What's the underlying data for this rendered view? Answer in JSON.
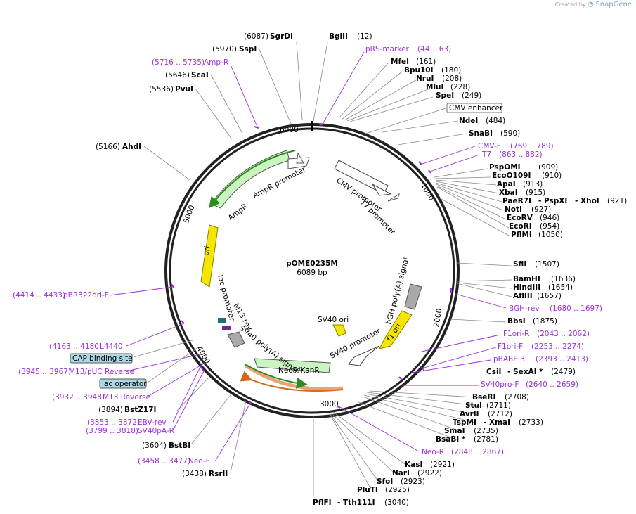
{
  "credit": {
    "prefix": "Created by",
    "brand": "SnapGene"
  },
  "plasmid": {
    "name": "pOME0235M",
    "size": "6089 bp"
  },
  "ticks": [
    "1000",
    "2000",
    "3000",
    "4000",
    "5000",
    "6000"
  ],
  "colors": {
    "enzyme": "#000000",
    "primer": "#9b30d9",
    "feature_green": "#c8f5c0",
    "ori": "#f5e600",
    "polyA": "#a9a9a9",
    "promoter": "#ffffff"
  },
  "features": {
    "cmv_enhancer": "CMV enhancer",
    "cmv_promoter": "CMV promoter",
    "t7_promoter": "T7 promoter",
    "bgh": "bGH poly(A) signal",
    "f1ori": "f1 ori",
    "sv40_promoter": "SV40 promoter",
    "sv40_ori": "SV40 ori",
    "neo": "NeoR/KanR",
    "sv40_polya": "SV40 poly(A) signal",
    "m13rev": "M13 rev",
    "lac_promoter": "lac promoter",
    "ori": "ori",
    "ampr": "AmpR",
    "ampr_promoter": "AmpR promoter",
    "cap": "CAP binding site",
    "lacop": "lac operator"
  },
  "labels": {
    "sgrdi_pos": "(6087)",
    "sgrdi": "SgrDI",
    "bglii": "BglII",
    "bglii_pos": "(12)",
    "prs_marker": "pRS-marker",
    "prs_marker_pos": "(44 .. 63)",
    "mfei": "MfeI",
    "mfei_pos": "(161)",
    "bpu10i": "Bpu10I",
    "bpu10i_pos": "(180)",
    "srui": "NruI",
    "srui_pos": "(208)",
    "mlui": "MluI",
    "mlui_pos": "(228)",
    "spei": "SpeI",
    "spei_pos": "(249)",
    "ndei": "NdeI",
    "ndei_pos": "(484)",
    "snabi": "SnaBI",
    "snabi_pos": "(590)",
    "cmvf": "CMV-F",
    "cmvf_pos": "(769 .. 789)",
    "t7": "T7",
    "t7_pos": "(863 .. 882)",
    "pspomi": "PspOMI",
    "pspomi_pos": "(909)",
    "eco0109i": "EcoO109I",
    "eco0109i_pos": "(910)",
    "apai": "ApaI",
    "apai_pos": "(913)",
    "xbai": "XbaI",
    "xbai_pos": "(915)",
    "paer7i": "PaeR7I",
    "pspxi": "- PspXI",
    "xhoi": "- XhoI",
    "xhoi_pos": "(921)",
    "noti": "NotI",
    "noti_pos": "(927)",
    "ecorv": "EcoRV",
    "ecorv_pos": "(946)",
    "ecori": "EcoRI",
    "ecori_pos": "(954)",
    "pflmi": "PflMI",
    "pflmi_pos": "(1050)",
    "sfii": "SfiI",
    "sfii_pos": "(1507)",
    "bamhi": "BamHI",
    "bamhi_pos": "(1636)",
    "hindiii": "HindIII",
    "hindiii_pos": "(1654)",
    "afliii": "AflIII",
    "afliii_pos": "(1657)",
    "bghrev": "BGH-rev",
    "bghrev_pos": "(1680 .. 1697)",
    "bbsi": "BbsI",
    "bbsi_pos": "(1875)",
    "f1orir": "F1ori-R",
    "f1orir_pos": "(2043 .. 2062)",
    "f1orif": "F1ori-F",
    "f1orif_pos": "(2253 .. 2274)",
    "pbabe3": "pBABE 3'",
    "pbabe3_pos": "(2393 .. 2413)",
    "csii": "CsiI",
    "sexai": "- SexAI *",
    "sexai_pos": "(2479)",
    "sv40prof": "SV40pro-F",
    "sv40prof_pos": "(2640 .. 2659)",
    "bseri": "BseRI",
    "bseri_pos": "(2708)",
    "stui": "StuI",
    "stui_pos": "(2711)",
    "avrii": "AvrII",
    "avrii_pos": "(2712)",
    "tspmi": "TspMI",
    "xmai": "- XmaI",
    "xmai_pos": "(2733)",
    "smai": "SmaI",
    "smai_pos": "(2735)",
    "bsabi": "BsaBI *",
    "bsabi_pos": "(2781)",
    "neor": "Neo-R",
    "neor_pos": "(2848 .. 2867)",
    "kasi": "KasI",
    "kasi_pos": "(2921)",
    "nari": "NarI",
    "nari_pos": "(2922)",
    "sfoi": "SfoI",
    "sfoi_pos": "(2923)",
    "pluti": "PluTI",
    "pluti_pos": "(2925)",
    "pflfi": "PflFI",
    "tth111i": "- Tth111I",
    "tth111i_pos": "(3040)",
    "rsrii_pos": "(3438)",
    "rsrii": "RsrII",
    "neof_pos": "(3458 .. 3477)",
    "neof": "Neo-F",
    "bstbi_pos": "(3604)",
    "bstbi": "BstBI",
    "sv40par_pos": "(3799 .. 3818)",
    "sv40par": "SV40pA-R",
    "ebvrev_pos": "(3853 .. 3872)",
    "ebvrev": "EBV-rev",
    "bstz17i_pos": "(3894)",
    "bstz17i": "BstZ17I",
    "m13rev_pos": "(3932 .. 3948)",
    "m13reverse": "M13 Reverse",
    "m13puc_pos": "(3945 .. 3967)",
    "m13puc": "M13/pUC Reverse",
    "l4440_pos": "(4163 .. 4180)",
    "l4440": "L4440",
    "pbr322_pos": "(4414 .. 4433)",
    "pbr322": "pBR322ori-F",
    "ahdi_pos": "(5166)",
    "ahdi": "AhdI",
    "pvui_pos": "(5536)",
    "pvui": "PvuI",
    "scai_pos": "(5646)",
    "scai": "ScaI",
    "ampr_primer_pos": "(5716 .. 5735)",
    "ampr_primer": "Amp-R",
    "sspi_pos": "(5970)",
    "sspi": "SspI"
  }
}
